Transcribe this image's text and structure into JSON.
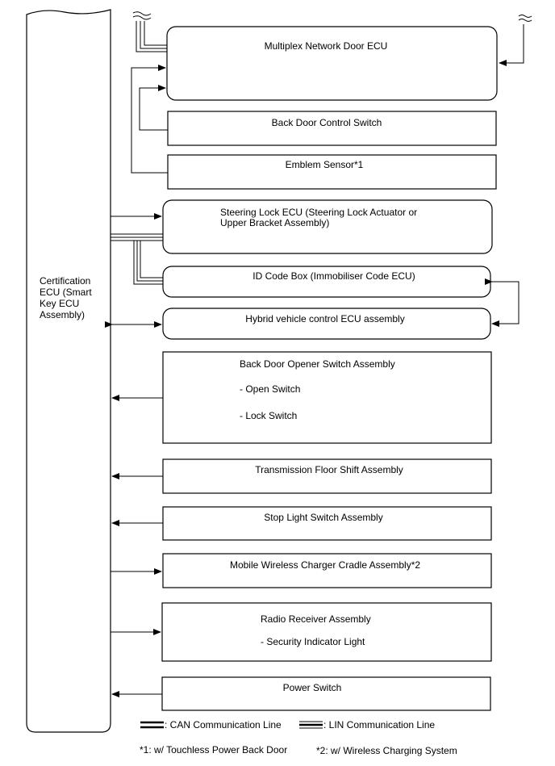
{
  "certification_ecu": {
    "label": "Certification\nECU (Smart\nKey ECU\nAssembly)"
  },
  "components": {
    "multiplex": "Multiplex Network Door ECU",
    "back_door_control": "Back Door Control Switch",
    "emblem": "Emblem Sensor*1",
    "steering_lock_line1": "Steering Lock ECU (Steering Lock Actuator or",
    "steering_lock_line2": "Upper Bracket Assembly)",
    "id_code_box": "ID Code Box (Immobiliser Code ECU)",
    "hybrid": "Hybrid vehicle control ECU assembly",
    "back_door_opener": "Back Door Opener Switch Assembly",
    "open_switch": "- Open Switch",
    "lock_switch": "- Lock Switch",
    "transmission": "Transmission Floor Shift Assembly",
    "stop_light": "Stop Light Switch Assembly",
    "wireless_charger": "Mobile Wireless Charger Cradle Assembly*2",
    "radio_receiver": "Radio Receiver Assembly",
    "security_indicator": "- Security Indicator Light",
    "power_switch": "Power Switch"
  },
  "legend": {
    "can": ": CAN Communication Line",
    "lin": ": LIN Communication Line"
  },
  "footnotes": {
    "note1": "*1: w/ Touchless Power Back Door",
    "note2": "*2: w/ Wireless Charging System"
  }
}
